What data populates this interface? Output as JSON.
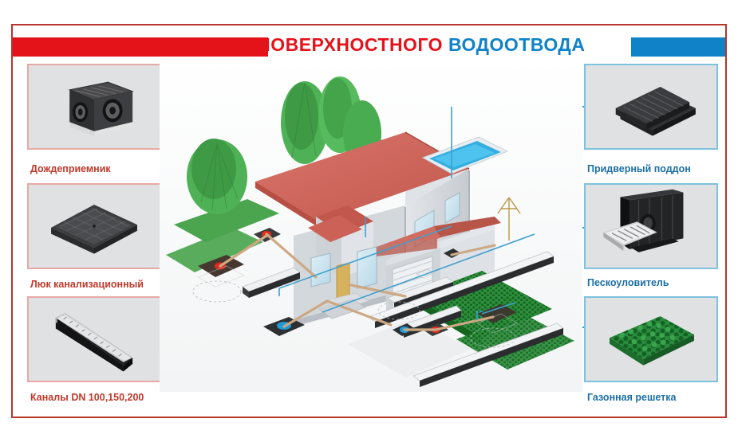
{
  "poster": {
    "title": {
      "red_part": "СИСТЕМЫ ПОВЕРХНОСТНОГО",
      "blue_part": "ВОДООТВОДА"
    },
    "colors": {
      "accent_red": "#e4131a",
      "accent_blue": "#1082c8",
      "frame_red": "#b8352a",
      "label_red": "#c0392b",
      "label_blue": "#1d6fa5",
      "card_bg": "#dfe1e3",
      "roof_red": "#d2685c",
      "lawn_green": "#3e9b3e",
      "grid_green": "#1f7a32"
    }
  },
  "left_items": [
    {
      "label": "Дождеприемник",
      "icon": "catch-basin-icon",
      "description": "Чёрный пластиковый дождеприемник с решёткой"
    },
    {
      "label": "Люк канализационный",
      "icon": "manhole-cover-icon",
      "description": "Квадратный чёрный канализационный люк"
    },
    {
      "label": "Каналы DN 100,150,200",
      "icon": "drainage-channel-icon",
      "description": "Лоток с металлической решёткой"
    }
  ],
  "right_items": [
    {
      "label": "Придверный поддон",
      "icon": "door-tray-icon",
      "description": "Чёрный придверный поддон с рёбрами"
    },
    {
      "label": "Пескоуловитель",
      "icon": "sand-trap-icon",
      "description": "Пескоуловитель и стальная решётка"
    },
    {
      "label": "Газонная решетка",
      "icon": "lawn-grid-icon",
      "description": "Зелёная газонная решётка сотовая"
    }
  ],
  "scene": {
    "name": "house-drainage-diagram",
    "elements": [
      "house",
      "roof",
      "garage",
      "swimming-pool",
      "trees",
      "lawn",
      "drainage-channels",
      "catch-basins",
      "lawn-grid-driveway",
      "underground-pipes"
    ]
  }
}
